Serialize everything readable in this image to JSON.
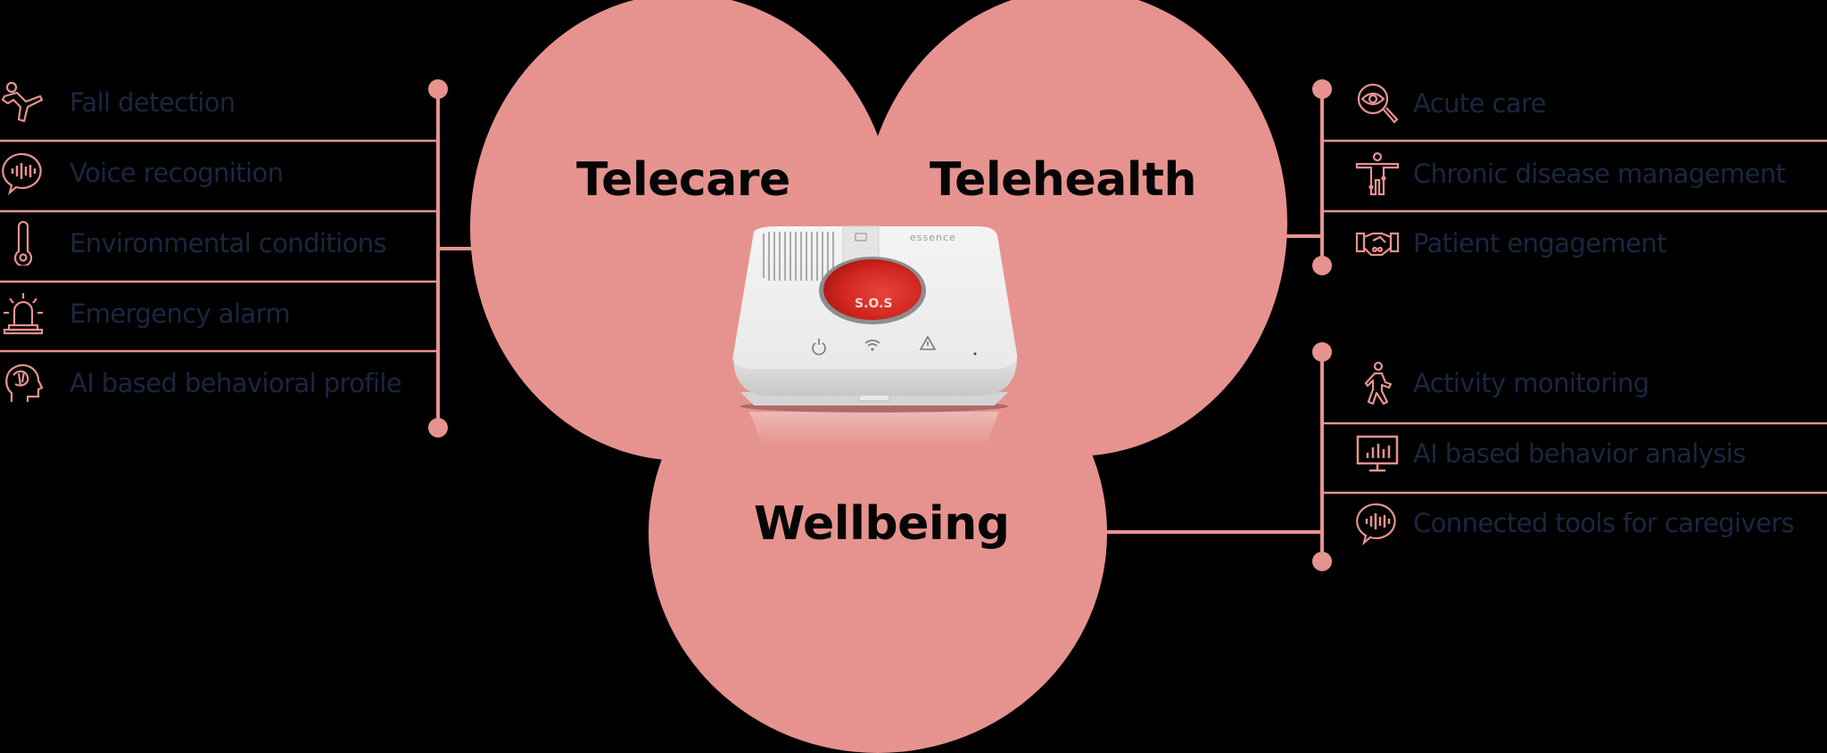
{
  "colors": {
    "background": "#000000",
    "accent_pink": "#e6938f",
    "text_navy": "#1b2640",
    "title_black": "#050505",
    "sos_red": "#d42a23",
    "device_white": "#efefef"
  },
  "circles": {
    "telecare": {
      "title": "Telecare"
    },
    "telehealth": {
      "title": "Telehealth"
    },
    "wellbeing": {
      "title": "Wellbeing"
    }
  },
  "device": {
    "brand": "essence",
    "button_label": "S.O.S",
    "status_icons": [
      "power-icon",
      "wifi-icon",
      "warning-icon"
    ]
  },
  "telecare_features": [
    {
      "label": "Fall detection",
      "icon": "fall-person-icon"
    },
    {
      "label": "Voice recognition",
      "icon": "voice-bubble-icon"
    },
    {
      "label": "Environmental conditions",
      "icon": "thermometer-icon"
    },
    {
      "label": "Emergency alarm",
      "icon": "siren-icon"
    },
    {
      "label": "AI based behavioral profile",
      "icon": "brain-head-icon"
    }
  ],
  "telehealth_features": [
    {
      "label": "Acute care",
      "icon": "magnifier-eye-icon"
    },
    {
      "label": "Chronic disease management",
      "icon": "body-figure-icon"
    },
    {
      "label": "Patient engagement",
      "icon": "handshake-icon"
    }
  ],
  "wellbeing_features": [
    {
      "label": "Activity monitoring",
      "icon": "walking-person-icon"
    },
    {
      "label": "AI  based behavior analysis",
      "icon": "monitor-chart-icon"
    },
    {
      "label": "Connected tools for caregivers",
      "icon": "voice-bubble-icon"
    }
  ]
}
